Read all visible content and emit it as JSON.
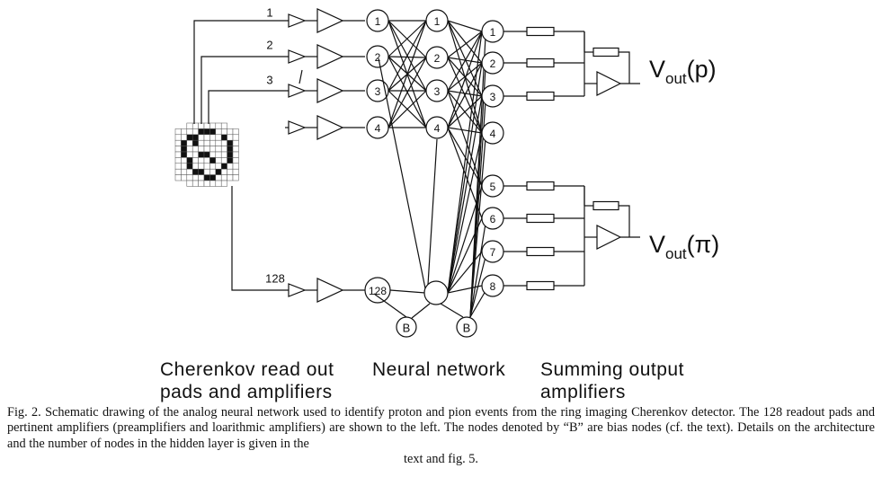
{
  "diagram": {
    "pad_channel_labels": [
      "1",
      "2",
      "3",
      "128"
    ],
    "input_node_labels": [
      "1",
      "2",
      "3",
      "4",
      "128"
    ],
    "hidden_node_labels": [
      "1",
      "2",
      "3",
      "4",
      ""
    ],
    "output_node_labels": [
      "1",
      "2",
      "3",
      "4",
      "5",
      "6",
      "7",
      "8"
    ],
    "bias_node_label": "B",
    "vout_proton": {
      "main": "V",
      "sub": "out",
      "tail": "(p)"
    },
    "vout_pion": {
      "main": "V",
      "sub": "out",
      "tail": "(π)"
    },
    "section_labels": {
      "pads_line1": "Cherenkov read out",
      "pads_line2": "pads and amplifiers",
      "network": "Neural network",
      "summing_line1": "Summing output",
      "summing_line2": "amplifiers"
    }
  },
  "caption": {
    "body": "Fig. 2. Schematic drawing of the analog neural network used to identify proton and pion events from the ring imaging Cherenkov detector. The 128 readout pads and pertinent amplifiers (preamplifiers and loarithmic amplifiers) are shown to the left. The nodes denoted by “B” are bias nodes (cf. the text). Details on the architecture and the number of nodes in the hidden layer is given in the",
    "last_line": "text and fig. 5."
  }
}
